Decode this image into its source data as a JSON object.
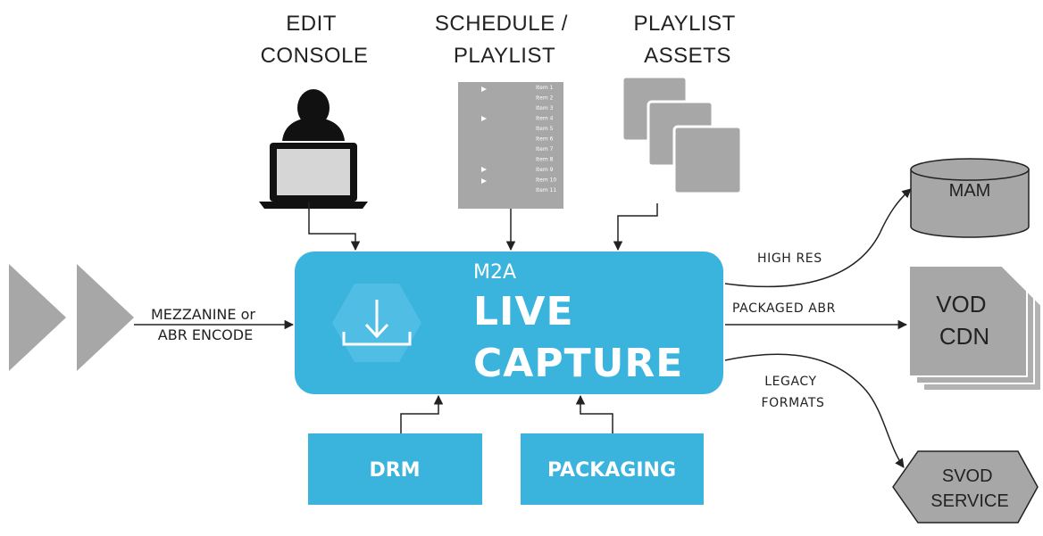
{
  "top": {
    "edit_console": [
      "EDIT",
      "CONSOLE"
    ],
    "schedule": [
      "SCHEDULE /",
      "PLAYLIST"
    ],
    "assets": [
      "PLAYLIST",
      "ASSETS"
    ]
  },
  "input": {
    "label": [
      "MEZZANINE or",
      "ABR ENCODE"
    ]
  },
  "core": {
    "prefix": "M2A",
    "title_line1": "LIVE",
    "title_line2": "CAPTURE"
  },
  "modules": {
    "drm": "DRM",
    "packaging": "PACKAGING"
  },
  "outputs": {
    "high_res": "HIGH RES",
    "packaged_abr": "PACKAGED ABR",
    "legacy": [
      "LEGACY",
      "FORMATS"
    ]
  },
  "destinations": {
    "mam": "MAM",
    "vod_cdn": [
      "VOD",
      "CDN"
    ],
    "svod": [
      "SVOD",
      "SERVICE"
    ]
  },
  "playlist_rows": [
    "Item 1",
    "Item 2",
    "Item 3",
    "Item 4",
    "Item 5",
    "Item 6",
    "Item 7",
    "Item 8",
    "Item 9",
    "Item 10",
    "Item 11"
  ],
  "colors": {
    "accent": "#3ab3dd",
    "grey": "#a7a7a7",
    "dark": "#222222"
  },
  "icons": {
    "edit_console": "person-laptop-icon",
    "core": "download-hexagon-icon",
    "input": "play-triangles-icon",
    "mam": "database-cylinder-icon",
    "vod_cdn": "stacked-documents-icon",
    "svod": "hexagon-service-icon"
  }
}
